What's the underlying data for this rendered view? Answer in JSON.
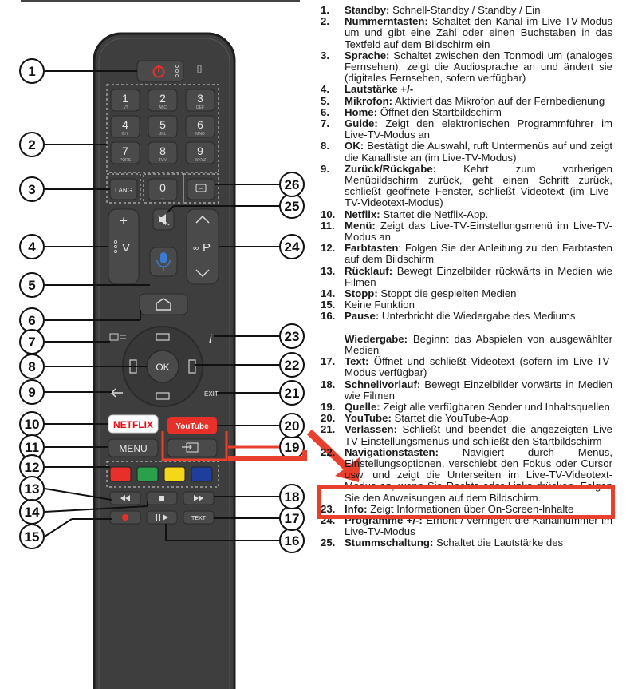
{
  "callouts": [
    "1",
    "2",
    "3",
    "4",
    "5",
    "6",
    "7",
    "8",
    "9",
    "10",
    "11",
    "12",
    "13",
    "14",
    "15",
    "16",
    "17",
    "18",
    "19",
    "20",
    "21",
    "22",
    "23",
    "24",
    "25",
    "26"
  ],
  "remote": {
    "digits": [
      {
        "n": "1",
        "sub": ".,/?"
      },
      {
        "n": "2",
        "sub": "ABC"
      },
      {
        "n": "3",
        "sub": "DEF"
      },
      {
        "n": "4",
        "sub": "GHI"
      },
      {
        "n": "5",
        "sub": "JKL"
      },
      {
        "n": "6",
        "sub": "MNO"
      },
      {
        "n": "7",
        "sub": "PQRS"
      },
      {
        "n": "8",
        "sub": "TUV"
      },
      {
        "n": "9",
        "sub": "WXYZ"
      },
      {
        "n": "0",
        "sub": "_"
      }
    ],
    "lang": "LANG",
    "volume_label": "V",
    "volume_plus": "+",
    "volume_minus": "—",
    "programme_label": "P",
    "ok": "OK",
    "exit": "EXIT",
    "info": "i",
    "netflix": "NETFLIX",
    "youtube": "YouTube",
    "menu": "MENU",
    "text": "TEXT",
    "colors": {
      "red": "#e8302a",
      "green": "#2aa04a",
      "yellow": "#f4d719",
      "blue": "#1f3d9a",
      "accent": "#e8402c",
      "body": "#3e3e3e"
    }
  },
  "legend": [
    {
      "num": "1.",
      "term": "Standby:",
      "text": " Schnell-Standby / Standby / Ein"
    },
    {
      "num": "2.",
      "term": "Nummerntasten:",
      "text": " Schaltet den Kanal im Live-TV-Modus um und gibt eine Zahl oder einen Buchstaben in das Textfeld auf dem Bildschirm ein"
    },
    {
      "num": "3.",
      "term": "Sprache:",
      "text": " Schaltet zwischen den Tonmodi um (analoges Fernsehen), zeigt die Audiosprache an und ändert sie (digitales Fernsehen, sofern verfügbar)"
    },
    {
      "num": "4.",
      "term": "Lautstärke +/-",
      "text": ""
    },
    {
      "num": "5.",
      "term": "Mikrofon:",
      "text": " Aktiviert das Mikrofon auf der Fernbedienung"
    },
    {
      "num": "6.",
      "term": "Home:",
      "text": " Öffnet den Startbildschirm"
    },
    {
      "num": "7.",
      "term": "Guide:",
      "text": " Zeigt den elektronischen Programmführer im Live-TV-Modus an"
    },
    {
      "num": "8.",
      "term": "OK:",
      "text": " Bestätigt die Auswahl, ruft Untermenüs auf und zeigt die Kanalliste an (im Live-TV-Modus)"
    },
    {
      "num": "9.",
      "term": "Zurück/Rückgabe:",
      "text": " Kehrt zum vorherigen Menübildschirm zurück, geht einen Schritt zurück, schließt geöffnete Fenster, schließt Videotext (im Live-TV-Videotext-Modus)"
    },
    {
      "num": "10.",
      "term": "Netflix:",
      "text": " Startet die Netflix-App."
    },
    {
      "num": "11.",
      "term": "Menü:",
      "text": " Zeigt das Live-TV-Einstellungsmenü im Live-TV-Modus an"
    },
    {
      "num": "12.",
      "term": "Farbtasten",
      "text": ": Folgen Sie der Anleitung zu den Farbtasten auf dem Bildschirm"
    },
    {
      "num": "13.",
      "term": "Rücklauf:",
      "text": " Bewegt Einzelbilder rückwärts in Medien wie Filmen"
    },
    {
      "num": "14.",
      "term": "Stopp:",
      "text": " Stoppt die gespielten Medien"
    },
    {
      "num": "15.",
      "term": "",
      "text": "Keine Funktion"
    },
    {
      "num": "16.",
      "term": "Pause:",
      "text": " Unterbricht die Wiedergabe des Mediums"
    },
    {
      "num": "",
      "term": "Wiedergabe:",
      "text": " Beginnt das Abspielen von ausgewählter Medien"
    },
    {
      "num": "17.",
      "term": "Text:",
      "text": " Öffnet und schließt Videotext (sofern im Live-TV-Modus verfügbar)"
    },
    {
      "num": "18.",
      "term": "Schnellvorlauf:",
      "text": " Bewegt Einzelbilder vorwärts in Medien wie Filmen"
    },
    {
      "num": "19.",
      "term": "Quelle:",
      "text": " Zeigt alle verfügbaren Sender und Inhaltsquellen"
    },
    {
      "num": "20.",
      "term": "YouTube:",
      "text": " Startet die YouTube-App."
    },
    {
      "num": "21.",
      "term": "Verlassen:",
      "text": " Schließt und beendet die angezeigten Live TV-Einstellungsmenüs und schließt den Startbildschirm"
    },
    {
      "num": "22.",
      "term": "Navigationstasten:",
      "text": " Navigiert durch Menüs, Einstellungsoptionen, verschiebt den Fokus oder Cursor usw. und zeigt die Unterseiten im Live-TV-Videotext-Modus an, wenn Sie Rechts oder Links drücken. Folgen Sie den Anweisungen auf dem Bildschirm."
    },
    {
      "num": "23.",
      "term": "Info:",
      "text": " Zeigt Informationen über On-Screen-Inhalte"
    },
    {
      "num": "24.",
      "term": "Programme +/-:",
      "text": " Erhöht / verringert die Kanalnummer im Live-TV-Modus"
    },
    {
      "num": "25.",
      "term": "Stummschaltung:",
      "text": " Schaltet die Lautstärke des"
    }
  ]
}
